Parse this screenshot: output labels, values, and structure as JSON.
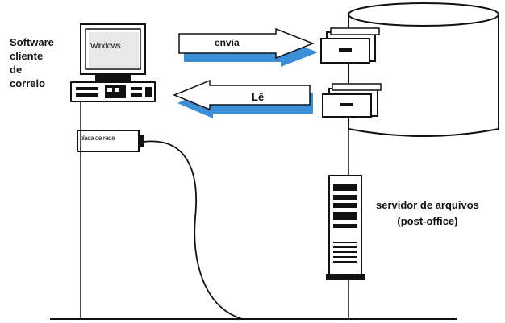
{
  "client": {
    "label_lines": [
      "Software",
      "cliente",
      "de",
      "correio"
    ],
    "screen_text": "Windows",
    "nic_text": "placa de rede"
  },
  "arrows": {
    "send": "envia",
    "read": "Lê"
  },
  "server": {
    "label_lines": [
      "servidor de arquivos",
      "(post-office)"
    ]
  },
  "colors": {
    "line": "#111111",
    "arrow_shadow": "#3a8fd6",
    "disk_fill": "#ffffff"
  }
}
